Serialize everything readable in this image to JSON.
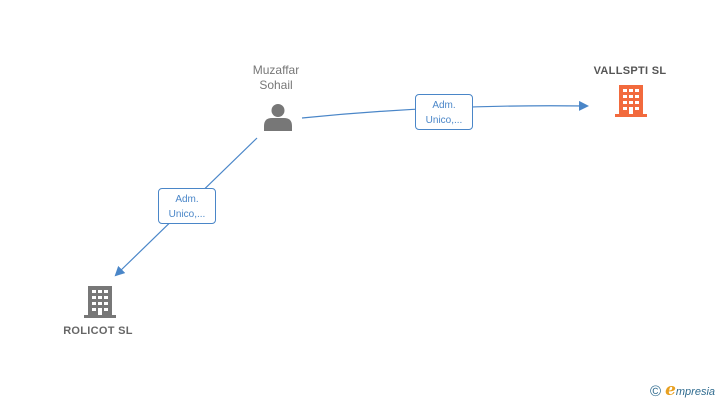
{
  "nodes": {
    "person": {
      "line1": "Muzaffar",
      "line2": "Sohail"
    },
    "company_top": {
      "name": "VALLSPTI  SL"
    },
    "company_bottom": {
      "name": "ROLICOT  SL"
    }
  },
  "edges": {
    "to_company_top": {
      "line1": "Adm.",
      "line2": "Unico,..."
    },
    "to_company_bottom": {
      "line1": "Adm.",
      "line2": "Unico,..."
    }
  },
  "brand": {
    "copyright": "©",
    "initial": "e",
    "rest": "mpresia"
  },
  "colors": {
    "edge": "#4a86c8",
    "person_icon": "#777777",
    "building_highlight": "#f26a3d",
    "building_default": "#777777"
  }
}
